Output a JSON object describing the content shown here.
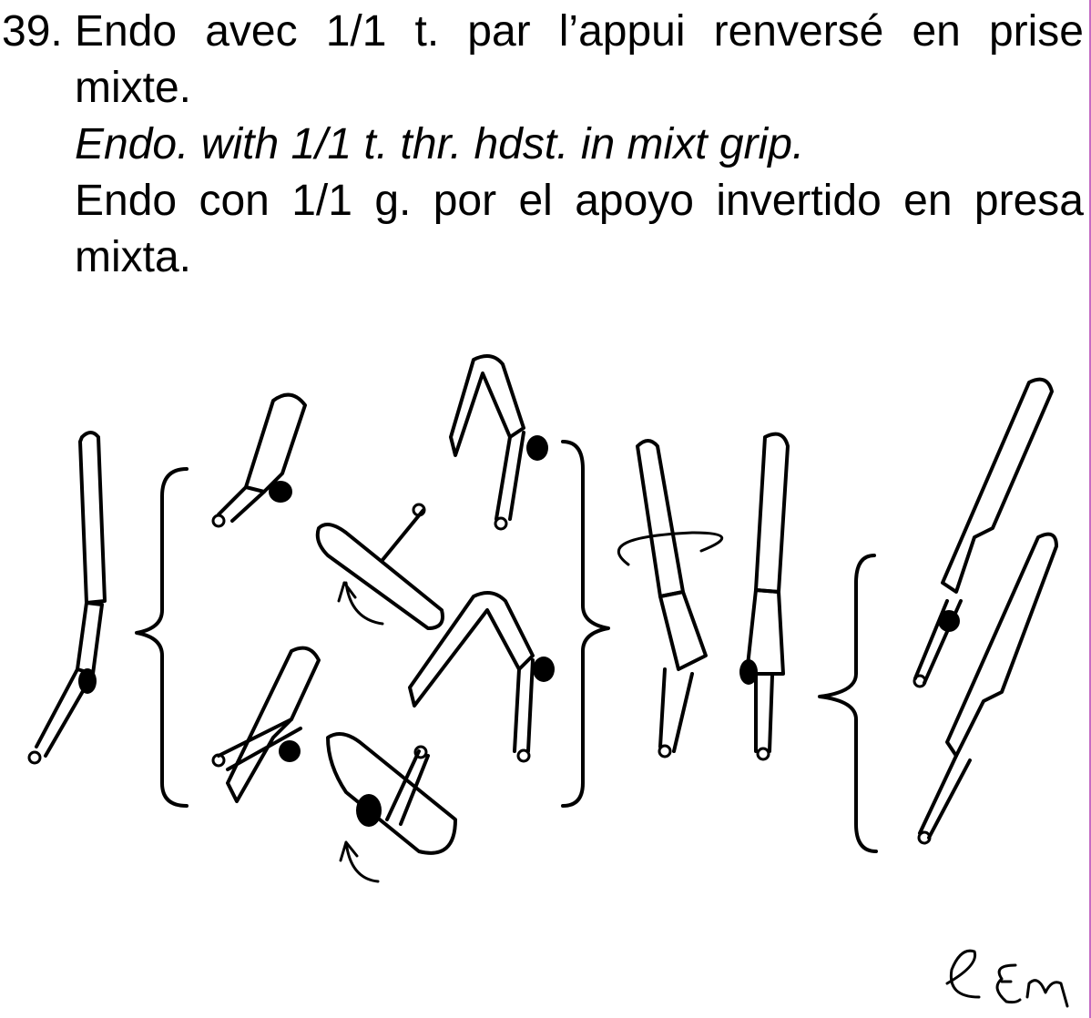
{
  "element": {
    "number": "39.",
    "fr_line1": "Endo avec 1/1 t. par l’appui renversé en prise",
    "fr_line2": "mixte.",
    "en_line": "Endo. with 1/1 t. thr. hdst. in mixt grip.",
    "es_line1": "Endo con 1/1 g. por el apoyo invertido en presa",
    "es_line2": "mixta."
  },
  "signature": "eEm",
  "icons": [
    "gymnast-figure",
    "curly-brace",
    "rotation-arrow",
    "signature"
  ],
  "colors": {
    "text": "#000000",
    "background": "#ffffff",
    "edge_line": "#c46bc4"
  }
}
